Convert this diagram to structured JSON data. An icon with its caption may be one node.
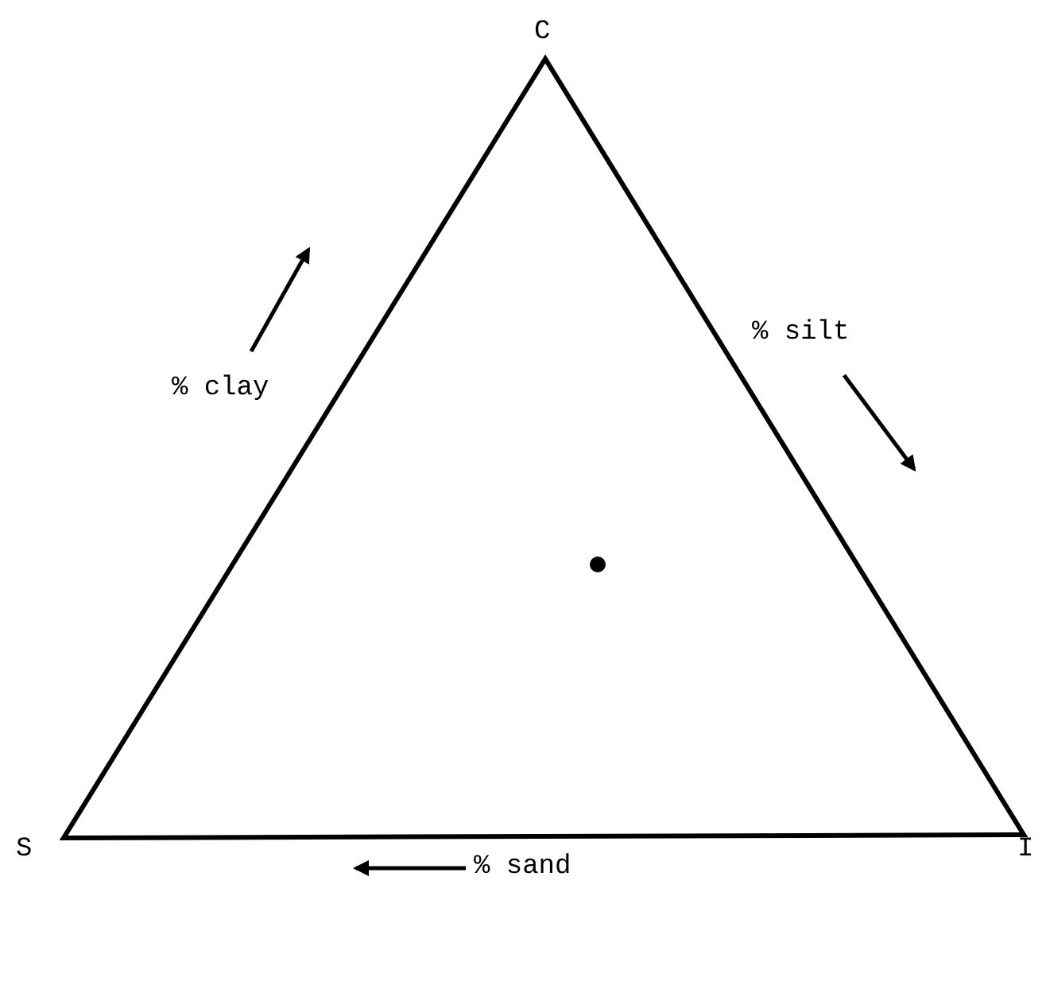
{
  "diagram": {
    "labels": [
      "C",
      "% clay",
      "% silt",
      "S",
      "I",
      "% sand"
    ]
  }
}
